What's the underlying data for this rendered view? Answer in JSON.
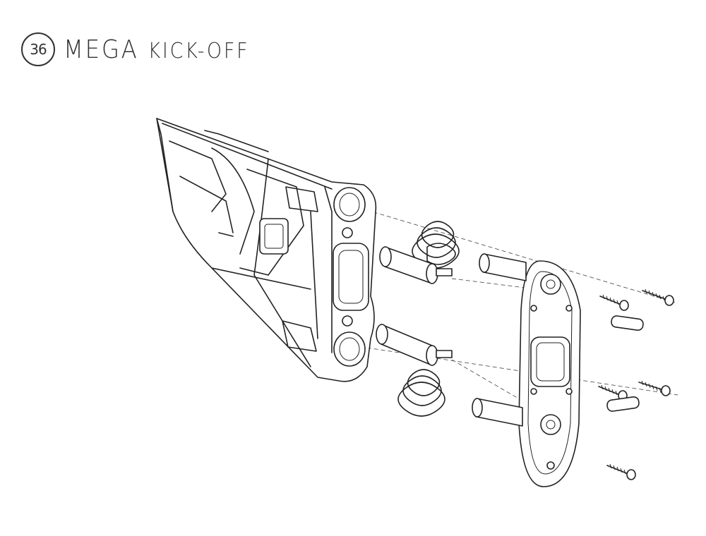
{
  "header": {
    "step_number": "36",
    "title_main": "MEGA",
    "title_sub": "KICK-OFF"
  },
  "diagram": {
    "parts": [
      "stock-body",
      "spring",
      "spring",
      "plunger",
      "plunger",
      "butt-plate",
      "screw",
      "screw",
      "screw",
      "screw",
      "screw",
      "cap",
      "cap"
    ]
  }
}
